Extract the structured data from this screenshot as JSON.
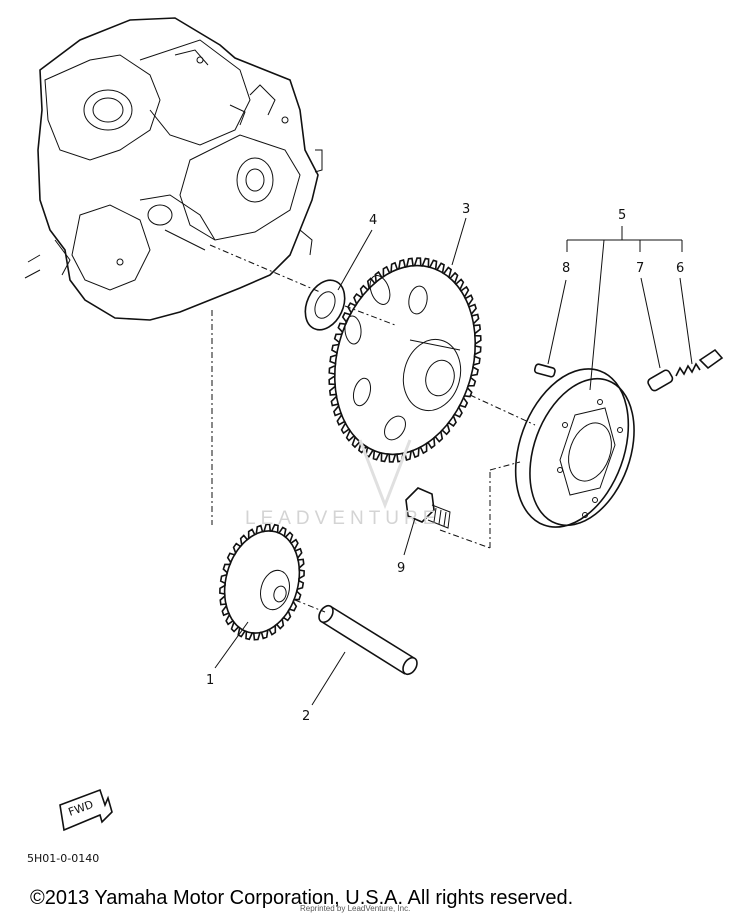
{
  "callouts": {
    "c1": "1",
    "c2": "2",
    "c3": "3",
    "c4": "4",
    "c5": "5",
    "c6": "6",
    "c7": "7",
    "c8": "8",
    "c9": "9"
  },
  "fwd_label": "FWD",
  "diagram_ref": "5H01-0-0140",
  "watermark": "LEADVENTURE",
  "reprint_note": "Reprinted by LeadVenture, Inc.",
  "copyright": "©2013 Yamaha Motor Corporation, U.S.A. All rights reserved."
}
